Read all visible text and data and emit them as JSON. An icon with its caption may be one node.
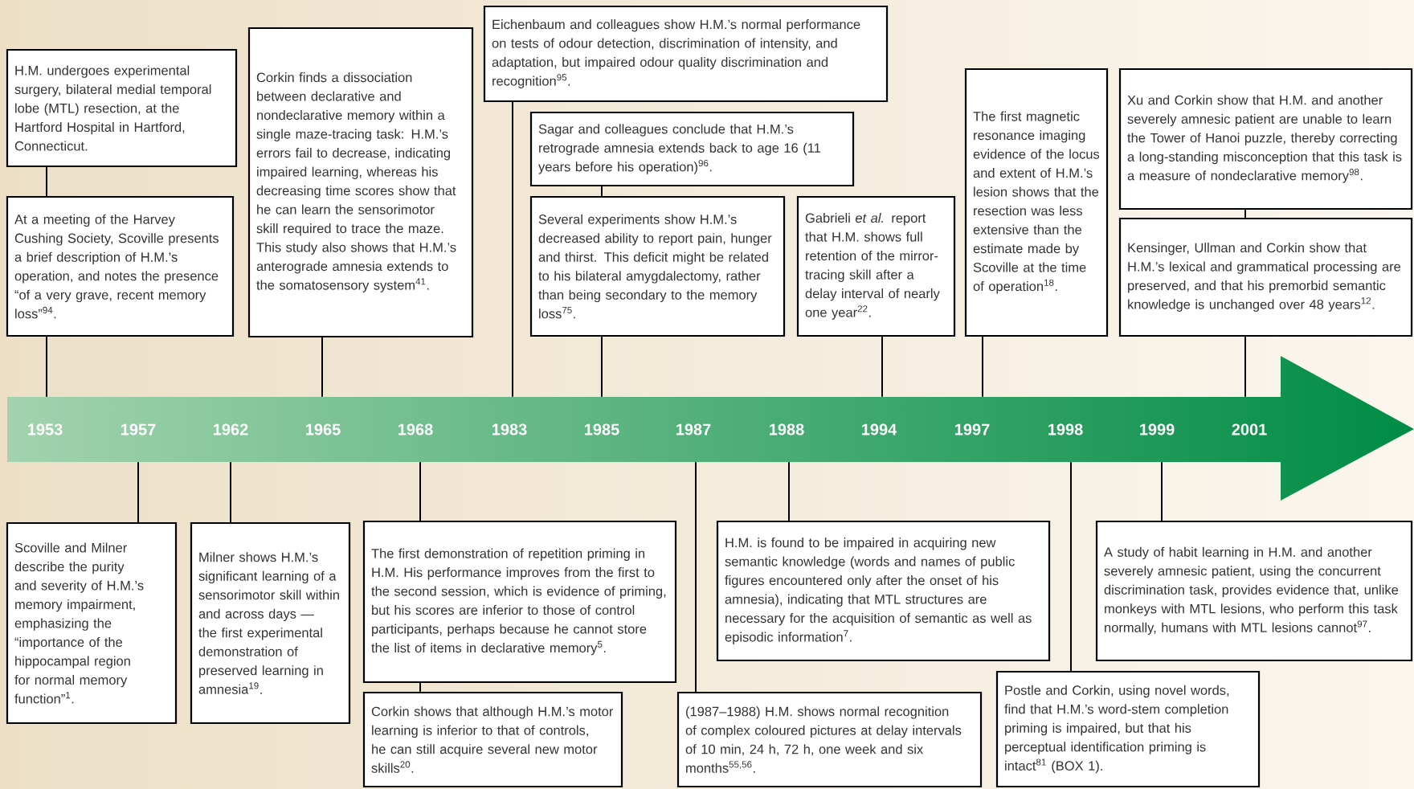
{
  "diagram": {
    "nodes": [
      {
        "text": [
          "H.M. undergoes experimental surgery, bilateral medial temporal lobe (MTL) resection, at the Hartford Hospital in Hartford, Connecticut."
        ]
      },
      {
        "text": [
          "At a meeting of the Harvey Cushing Society, Scoville presents a brief description of H.M.’s operation, and notes the presence “of a very grave, recent memory loss”$^{94}$."
        ]
      },
      {
        "text": [
          "Corkin finds a dissociation between declarative and nondeclarative memory within a single maze-tracing task: H.M.’s errors fail to decrease, indicating impaired learning, whereas his decreasing time scores show that he can learn the sensorimotor skill required to trace the maze. This study also shows that H.M.’s anterograde amnesia extends to the somatosensory system$^{41}$."
        ]
      },
      {
        "text": [
          "Eichenbaum and colleagues show H.M.’s normal performance on tests of odour detection, discrimination of intensity, and adaptation, but impaired odour quality discrimination and recognition$^{95}$."
        ]
      },
      {
        "text": [
          "Sagar and colleagues conclude that H.M.’s retrograde amnesia extends back to age 16 (11 years before his operation)$^{96}$."
        ]
      },
      {
        "text": [
          "Several experiments show H.M.’s decreased ability to report pain, hunger and thirst. This deficit might be related to his bilateral amygdalectomy, rather than being secondary to the memory loss$^{75}$."
        ]
      },
      {
        "text": [
          "Gabrieli *et al.* report that H.M. shows full retention of the mirror-tracing skill after a delay interval of nearly one year$^{22}$."
        ]
      },
      {
        "text": [
          "The first magnetic resonance imaging evidence of the locus and extent of H.M.’s lesion shows that the resection was less extensive than the estimate made by Scoville at the time of operation$^{18}$."
        ]
      },
      {
        "text": [
          "Xu and Corkin show that H.M. and another severely amnesic patient are unable to learn the Tower of Hanoi puzzle, thereby correcting a long-standing misconception that this task is a measure of nondeclarative memory$^{98}$."
        ]
      },
      {
        "text": [
          "Kensinger, Ullman and Corkin show that H.M.’s lexical and grammatical processing are preserved, and that his premorbid semantic knowledge is unchanged over 48 years$^{12}$."
        ]
      },
      {
        "text": [
          "1953"
        ]
      },
      {
        "text": [
          "1957"
        ]
      },
      {
        "text": [
          "1962"
        ]
      },
      {
        "text": [
          "1965"
        ]
      },
      {
        "text": [
          "1968"
        ]
      },
      {
        "text": [
          "1983"
        ]
      },
      {
        "text": [
          "1985"
        ]
      },
      {
        "text": [
          "1987"
        ]
      },
      {
        "text": [
          "1988"
        ]
      },
      {
        "text": [
          "1994"
        ]
      },
      {
        "text": [
          "1997"
        ]
      },
      {
        "text": [
          "1998"
        ]
      },
      {
        "text": [
          "1999"
        ]
      },
      {
        "text": [
          "2001"
        ]
      },
      {
        "text": [
          "Scoville and Milner describe the purity and severity of H.M.’s memory impairment, emphasizing the “importance of the hippocampal region for normal memory function”$^{1}$."
        ]
      },
      {
        "text": [
          "Milner shows H.M.’s significant learning of a sensorimotor skill within and across days — the first experimental demonstration of preserved learning in amnesia$^{19}$."
        ]
      },
      {
        "text": [
          "The first demonstration of repetition priming in H.M. His performance improves from the first to the second session, which is evidence of priming, but his scores are inferior to those of control participants, perhaps because he cannot store the list of items in declarative memory$^{5}$."
        ]
      },
      {
        "text": [
          "Corkin shows that although H.M.’s motor learning is inferior to that of controls, he can still acquire several new motor skills$^{20}$."
        ]
      },
      {
        "text": [
          "H.M. is found to be impaired in acquiring new semantic knowledge (words and names of public figures encountered only after the onset of his amnesia), indicating that MTL structures are necessary for the acquisition of semantic as well as episodic information$^{7}$."
        ]
      },
      {
        "text": [
          "(1987–1988) H.M. shows normal recognition of complex coloured pictures at delay intervals of 10 min, 24 h, 72 h, one week and six months$^{55,56}$."
        ]
      },
      {
        "text": [
          "A study of habit learning in H.M. and another severely amnesic patient, using the concurrent discrimination task, provides evidence that, unlike monkeys with MTL lesions, who perform this task normally, humans with MTL lesions cannot$^{97}$."
        ]
      },
      {
        "text": [
          "Postle and Corkin, using novel words, find that H.M.’s word-stem completion priming is impaired, but that his perceptual identification priming is intact$^{81}$ (BOX 1)."
        ]
      }
    ],
    "edges": [
      {
        "from": 0,
        "to": 1,
        "arrow": "none"
      },
      {
        "from": 1,
        "to": 10,
        "arrow": "none"
      },
      {
        "from": 2,
        "to": 13,
        "arrow": "none"
      },
      {
        "from": 3,
        "to": 15,
        "arrow": "none"
      },
      {
        "from": 4,
        "to": 5,
        "arrow": "none"
      },
      {
        "from": 5,
        "to": 16,
        "arrow": "none"
      },
      {
        "from": 6,
        "to": 19,
        "arrow": "none"
      },
      {
        "from": 7,
        "to": 20,
        "arrow": "none"
      },
      {
        "from": 8,
        "to": 9,
        "arrow": "none"
      },
      {
        "from": 9,
        "to": 23,
        "arrow": "none"
      },
      {
        "from": 11,
        "to": 24,
        "arrow": "none"
      },
      {
        "from": 12,
        "to": 25,
        "arrow": "none"
      },
      {
        "from": 14,
        "to": 26,
        "arrow": "none"
      },
      {
        "from": 26,
        "to": 27,
        "arrow": "none"
      },
      {
        "from": 17,
        "to": 29,
        "arrow": "none"
      },
      {
        "from": 18,
        "to": 28,
        "arrow": "none"
      },
      {
        "from": 21,
        "to": 31,
        "arrow": "none"
      },
      {
        "from": 22,
        "to": 30,
        "arrow": "none"
      }
    ]
  }
}
